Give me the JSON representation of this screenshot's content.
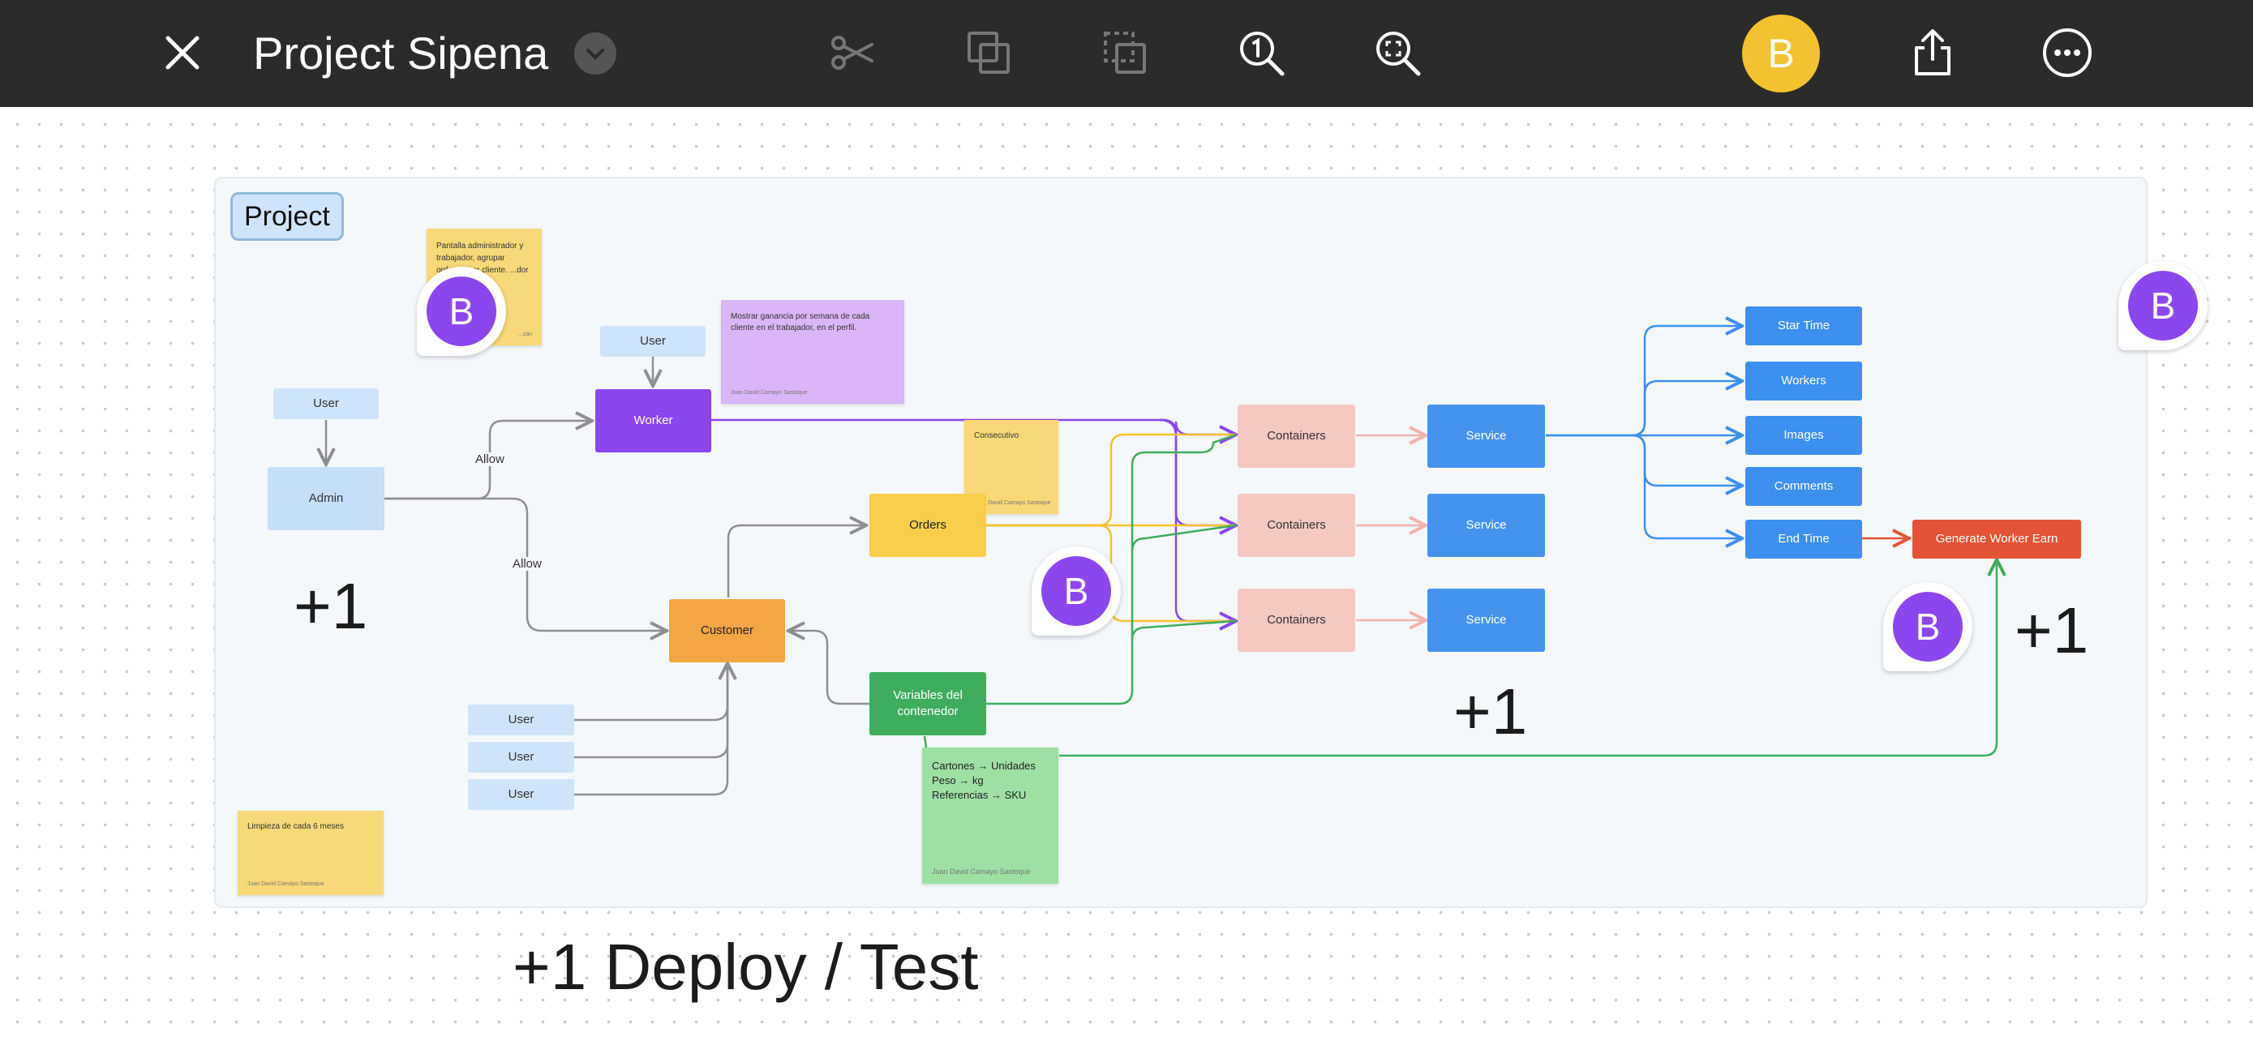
{
  "toolbar": {
    "title": "Project Sipena",
    "avatar_initial": "B",
    "icons": [
      "close-icon",
      "chevron-down-icon",
      "scissors-icon",
      "duplicate-icon",
      "select-frame-icon",
      "zoom-actual-icon",
      "zoom-fit-icon",
      "share-icon",
      "more-icon"
    ]
  },
  "board": {
    "frame_label": "Project",
    "nodes": {
      "user_top": "User",
      "user_left": "User",
      "admin": "Admin",
      "worker": "Worker",
      "customer": "Customer",
      "orders": "Orders",
      "variables": "Variables del contenedor",
      "user_b1": "User",
      "user_b2": "User",
      "user_b3": "User",
      "containers_1": "Containers",
      "containers_2": "Containers",
      "containers_3": "Containers",
      "service_1": "Service",
      "service_2": "Service",
      "service_3": "Service",
      "star_time": "Star Time",
      "workers": "Workers",
      "images": "Images",
      "comments": "Comments",
      "end_time": "End Time",
      "generate": "Generate Worker Earn"
    },
    "edge_labels": {
      "allow_1": "Allow",
      "allow_2": "Allow"
    },
    "stickies": {
      "admin_note": "Pantalla administrador y trabajador, agrupar ordenes por cliente. ...dor de",
      "admin_note_author": "...can",
      "purple_note": "Mostrar ganancia por semana de cada cliente en el trabajador, en el perfil.",
      "purple_note_author": "Juan David Camayo Sastoque",
      "consecutivo": "Consecutivo",
      "consecutivo_author": "Juan David Camayo Sastoque",
      "green_line1": "Cartones → Unidades",
      "green_line2": "Peso →  kg",
      "green_line3": "Referencias → SKU",
      "green_author": "Juan David Camayo Sastoque",
      "limpieza": "Limpieza de cada 6 meses",
      "limpieza_author": "Juan David Camayo Sastoque"
    },
    "cursor_initial": "B",
    "plus_one": "+1",
    "bottom_text": "+1 Deploy / Test"
  },
  "colors": {
    "toolbar_bg": "#2b2b2b",
    "avatar_yellow": "#f2c230",
    "cursor_purple": "#8c46ee",
    "worker_purple": "#8b46f0",
    "service_blue": "#4593ef",
    "generate_red": "#e35336"
  }
}
